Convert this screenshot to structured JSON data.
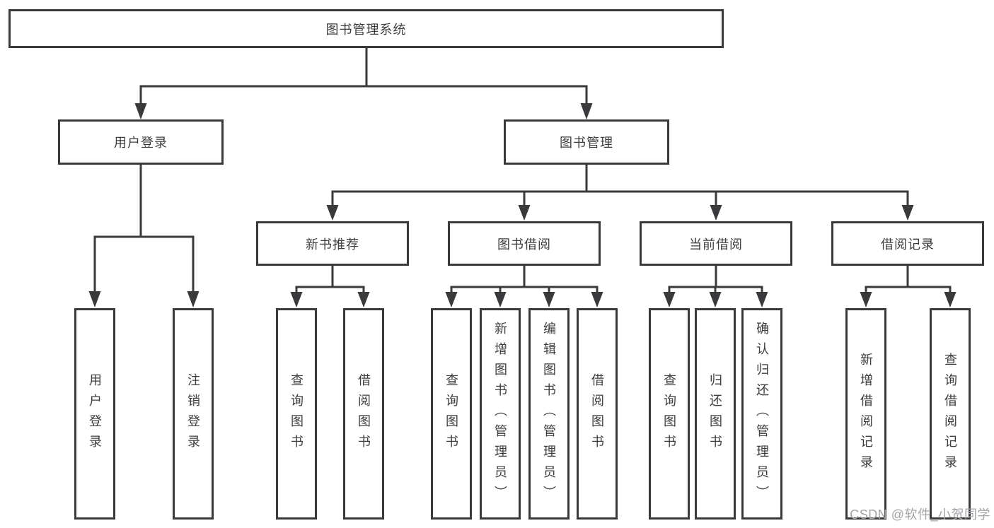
{
  "title_box": "图书管理系统",
  "branches": {
    "user_login": {
      "label": "用户登录",
      "children": [
        "用户登录",
        "注销登录"
      ]
    },
    "book_management": {
      "label": "图书管理",
      "sections": [
        {
          "label": "新书推荐",
          "children": [
            "查询图书",
            "借阅图书"
          ]
        },
        {
          "label": "图书借阅",
          "children": [
            "查询图书",
            "新增图书（管理员）",
            "编辑图书（管理员）",
            "借阅图书"
          ]
        },
        {
          "label": "当前借阅",
          "children": [
            "查询图书",
            "归还图书",
            "确认归还（管理员）"
          ]
        },
        {
          "label": "借阅记录",
          "children": [
            "新增借阅记录",
            "查询借阅记录"
          ]
        }
      ]
    }
  },
  "watermark": "CSDN @软件_小贺同学",
  "colors": {
    "line": "#3a3a3c",
    "text": "#3d3d3f",
    "box_background": "#ffffff",
    "page_background": "#ffffff",
    "watermark": "#a3a3a7"
  }
}
